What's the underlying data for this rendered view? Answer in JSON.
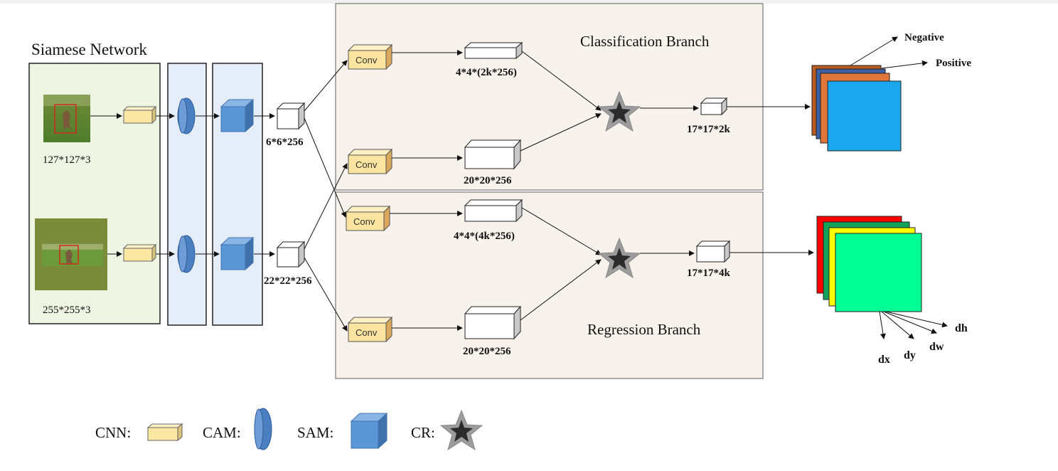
{
  "diagram": {
    "title": "Siamese Network",
    "inputs": {
      "template_size": "127*127*3",
      "search_size": "255*255*3"
    },
    "features": {
      "template": "6*6*256",
      "search": "22*22*256"
    },
    "conv_label": "Conv",
    "classification": {
      "title": "Classification Branch",
      "kernel_size": "4*4*(2k*256)",
      "search_size": "20*20*256",
      "output_size": "17*17*2k",
      "outputs": [
        "Negative",
        "Positive"
      ]
    },
    "regression": {
      "title": "Regression Branch",
      "kernel_size": "4*4*(4k*256)",
      "search_size": "20*20*256",
      "output_size": "17*17*4k",
      "outputs": [
        "dx",
        "dy",
        "dw",
        "dh"
      ]
    },
    "legend": {
      "cnn": "CNN:",
      "cam": "CAM:",
      "sam": "SAM:",
      "cr": "CR:"
    },
    "colors": {
      "siamese_bg": "#eef5e3",
      "module_bg": "#e4edf8",
      "branch_bg": "#f8f2ed",
      "cnn": "#fbe6a2",
      "cam": "#5b8fd0",
      "sam": "#5b97d6",
      "conv": "#fbe3a0",
      "star": "#2b2b2b",
      "cls_maps": [
        "#b85b1c",
        "#3c5fa6",
        "#e0773a",
        "#1aa7ee"
      ],
      "reg_maps": [
        "#ff0000",
        "#12a35a",
        "#ffff00",
        "#00ff94"
      ]
    }
  }
}
